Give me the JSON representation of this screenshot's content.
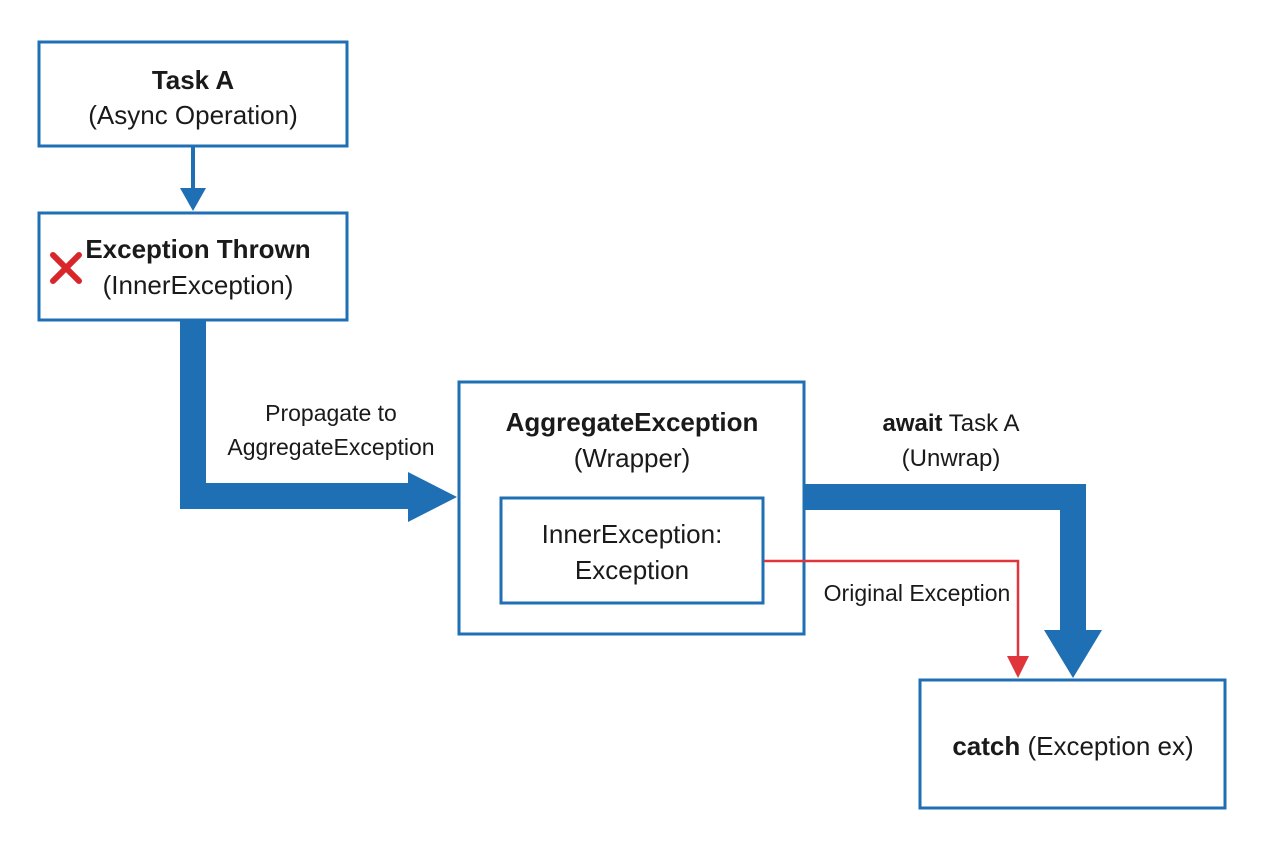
{
  "colors": {
    "box_border": "#1f6fb5",
    "flow_arrow": "#1f6fb5",
    "original_exception_arrow": "#e0353a",
    "error_mark": "#d9262b",
    "text": "#1a1a1a"
  },
  "nodes": {
    "task_a": {
      "title": "Task A",
      "subtitle": "(Async Operation)"
    },
    "exception_thrown": {
      "icon": "red-x-icon",
      "title": "Exception Thrown",
      "subtitle": "(InnerException)"
    },
    "aggregate": {
      "title": "AggregateException",
      "subtitle": "(Wrapper)",
      "inner_line1": "InnerException:",
      "inner_line2": "Exception"
    },
    "catch": {
      "keyword": "catch",
      "rest": " (Exception ex)"
    }
  },
  "edges": {
    "propagate": {
      "line1": "Propagate to",
      "line2": "AggregateException"
    },
    "await": {
      "keyword": "await",
      "rest": " Task A",
      "line2": "(Unwrap)"
    },
    "original": {
      "label": "Original Exception"
    }
  }
}
